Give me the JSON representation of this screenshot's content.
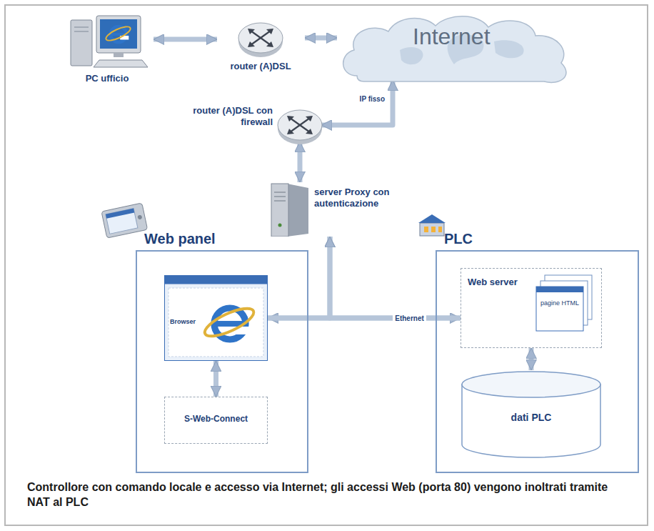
{
  "diagram": {
    "caption": "Controllore con comando locale e accesso via Internet; gli accessi Web (porta 80) vengono inoltrati tramite NAT al PLC",
    "nodes": [
      {
        "text": [
          "PC ufficio"
        ]
      },
      {
        "text": [
          "router (A)DSL"
        ]
      },
      {
        "text": [
          "Internet"
        ]
      },
      {
        "text": [
          "router (A)DSL con firewall"
        ]
      },
      {
        "text": [
          "server Proxy con autenticazione"
        ]
      },
      {
        "text": [
          "Web panel"
        ]
      },
      {
        "text": [
          "Browser"
        ],
        "in": 5
      },
      {
        "text": [
          "S-Web-Connect"
        ],
        "in": 5
      },
      {
        "text": [
          "PLC"
        ]
      },
      {
        "text": [
          "Web server",
          "pagine HTML"
        ],
        "in": 8
      },
      {
        "text": [
          "dati PLC"
        ],
        "in": 8
      }
    ],
    "edges": [
      {
        "from": 0,
        "to": 1,
        "arrow": "both"
      },
      {
        "from": 1,
        "to": 2,
        "arrow": "both"
      },
      {
        "from": 2,
        "to": 3,
        "label": "IP fisso",
        "arrow": "both"
      },
      {
        "from": 3,
        "to": 4,
        "arrow": "both"
      },
      {
        "from": 6,
        "to": 9,
        "label": "Ethernet",
        "arrow": "both"
      },
      {
        "from": 6,
        "to": 4,
        "arrow": "to"
      },
      {
        "from": 9,
        "to": 4,
        "arrow": "to"
      },
      {
        "from": 6,
        "to": 7,
        "arrow": "both"
      },
      {
        "from": 9,
        "to": 10,
        "arrow": "both"
      }
    ]
  }
}
